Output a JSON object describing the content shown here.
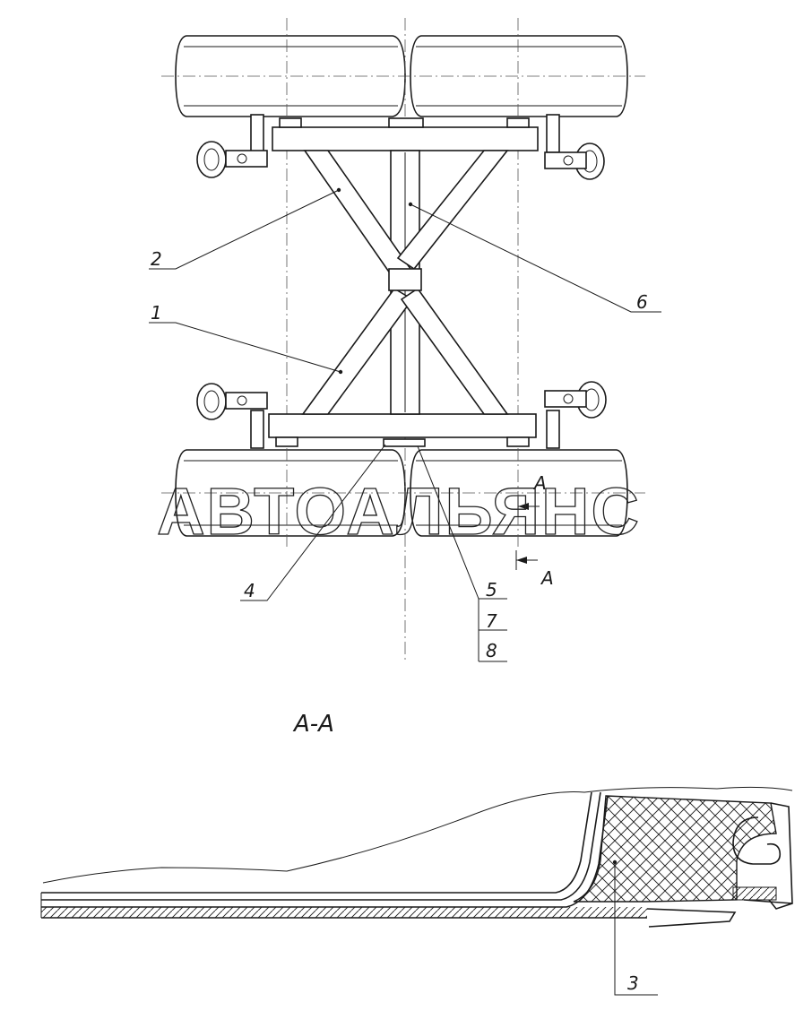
{
  "callouts": {
    "c1": "1",
    "c2": "2",
    "c3": "3",
    "c4": "4",
    "c5": "5",
    "c6": "6",
    "c7": "7",
    "c8": "8"
  },
  "section_marks": {
    "upper": "A",
    "lower": "A"
  },
  "section_title": "A-A",
  "watermark": "АВТОАЛЬЯНС"
}
